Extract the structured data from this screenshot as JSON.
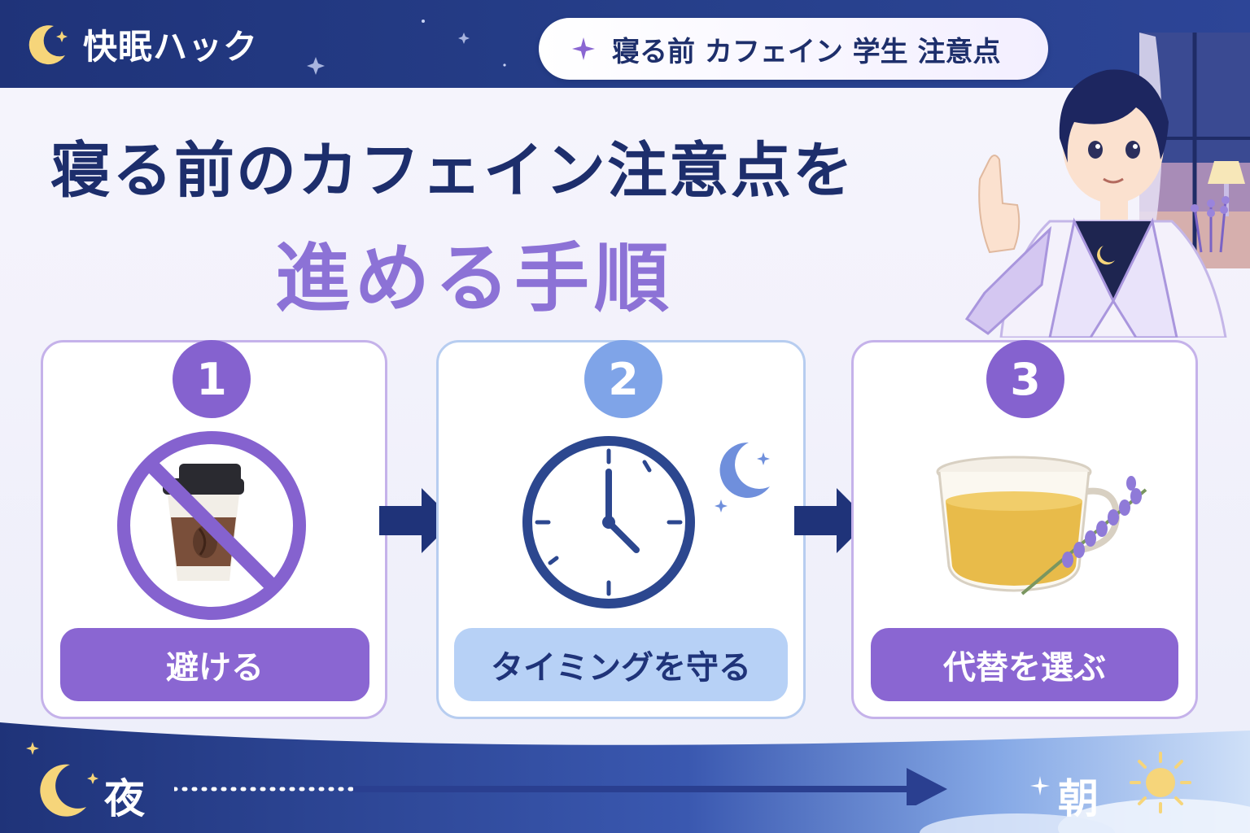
{
  "header": {
    "brand": "快眠ハック",
    "tag": "寝る前 カフェイン 学生 注意点"
  },
  "title": {
    "line1": "寝る前のカフェイン注意点を",
    "line2": "進める手順"
  },
  "steps": [
    {
      "number": "1",
      "label": "避ける",
      "icon": "no-coffee-icon"
    },
    {
      "number": "2",
      "label": "タイミングを守る",
      "icon": "clock-icon"
    },
    {
      "number": "3",
      "label": "代替を選ぶ",
      "icon": "herbal-tea-icon"
    }
  ],
  "timeline": {
    "start": "夜",
    "end": "朝"
  },
  "colors": {
    "navy": "#1f3379",
    "purple": "#8a66d2",
    "light_blue": "#b7d1f6",
    "accent_yellow": "#f6d57a"
  }
}
